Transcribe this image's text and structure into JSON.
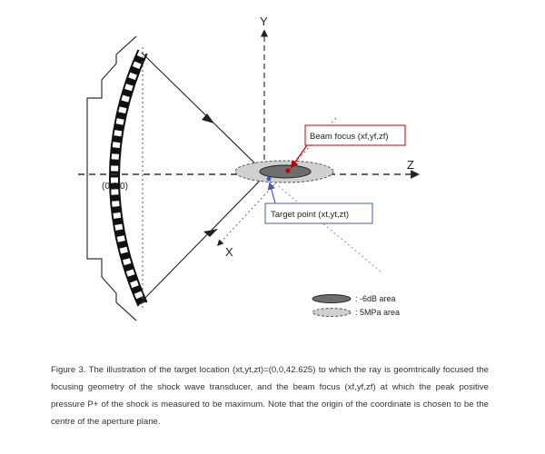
{
  "axes": {
    "y": "Y",
    "z": "Z",
    "x": "X"
  },
  "origin_label": "(0,0,0)",
  "beam_focus_label": "Beam focus (xf,yf,zf)",
  "target_point_label": "Target point (xt,yt,zt)",
  "legend": {
    "item_6db": ": -6dB area",
    "item_5mpa": ": 5MPa area"
  },
  "caption": "Figure 3. The illustration of the target location (xt,yt,zt)=(0,0,42.625) to which the ray is geomtrically focused the focusing geometry of the shock wave transducer, and the beam focus (xf,yf,zf) at which the peak positive pressure P+ of the shock is measured to be maximum. Note that the origin of the coordinate is chosen to be the centre of the aperture plane.",
  "colors": {
    "focus_marker": "#c00000",
    "beam_focus_box": "#c00000",
    "target_box": "#4a5aa8",
    "target_marker": "#3a5cc0",
    "area_6db": "#6e6e6e",
    "area_5mpa": "#d0d0d0"
  }
}
